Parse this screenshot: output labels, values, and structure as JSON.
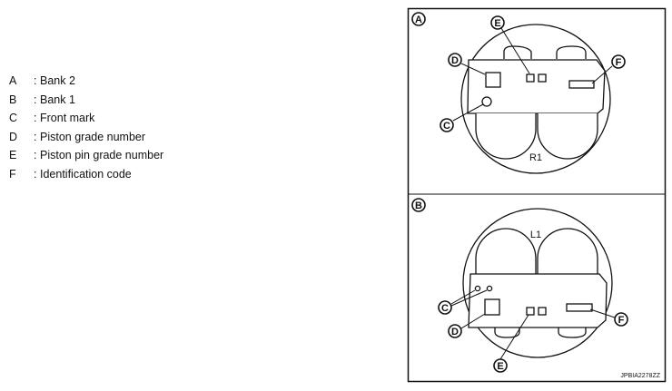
{
  "legend": [
    {
      "key": "A",
      "text": "Bank 2"
    },
    {
      "key": "B",
      "text": "Bank 1"
    },
    {
      "key": "C",
      "text": "Front mark"
    },
    {
      "key": "D",
      "text": "Piston grade number"
    },
    {
      "key": "E",
      "text": "Piston pin grade number"
    },
    {
      "key": "F",
      "text": "Identification code"
    }
  ],
  "legend_separator": ":",
  "panels": {
    "top": {
      "label": "A",
      "stamp": "R1"
    },
    "bottom": {
      "label": "B",
      "stamp": "L1"
    }
  },
  "callouts": {
    "c": "C",
    "d": "D",
    "e": "E",
    "f": "F"
  },
  "figure_code": "JPBIA2278ZZ"
}
